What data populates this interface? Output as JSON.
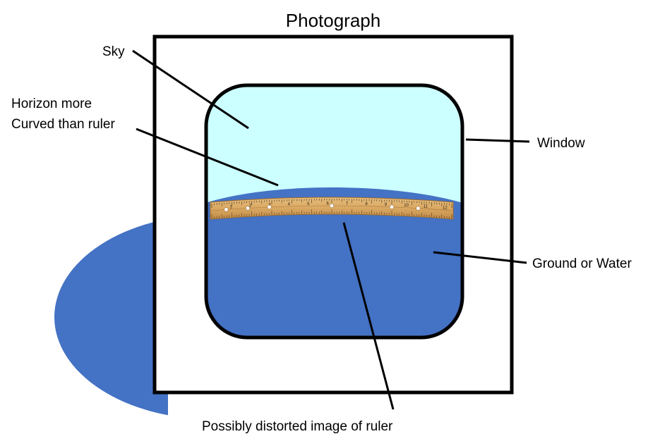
{
  "diagram": {
    "title": "Photograph",
    "labels": {
      "sky": "Sky",
      "horizon_line1": "Horizon more",
      "horizon_line2": "Curved than ruler",
      "window": "Window",
      "ground": "Ground or Water",
      "ruler": "Possibly distorted image of ruler"
    },
    "ruler_numbers": [
      "1",
      "2",
      "3",
      "4",
      "5",
      "6",
      "7",
      "8",
      "9",
      "10",
      "11",
      "12"
    ],
    "colors": {
      "sky": "#CCFFFF",
      "ground": "#4472C4",
      "ruler": "#D9A862",
      "outline": "#000000"
    }
  }
}
